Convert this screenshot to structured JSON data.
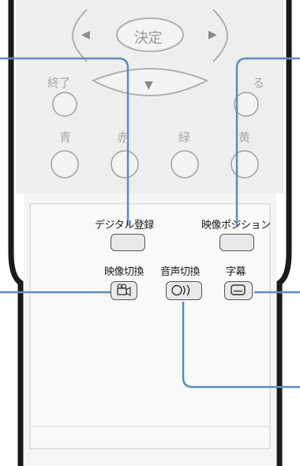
{
  "dpad": {
    "center_label": "決定",
    "left_arrow": "◀",
    "right_arrow": "▶",
    "down_arrow": "▼"
  },
  "row_labels": {
    "end": "終了",
    "back_partial": "る",
    "blue": "青",
    "red_partial": "赤",
    "green": "緑",
    "yellow_partial": "黄"
  },
  "panel": {
    "digital_register": "デジタル登録",
    "video_position": "映像ポジション",
    "video_switch": "映像切換",
    "audio_switch": "音声切換",
    "subtitle": "字幕"
  },
  "icons": {
    "video_switch": "camera-icon",
    "audio_switch": "sound-waves-icon",
    "subtitle": "subtitle-screen-icon"
  },
  "colors": {
    "callout_line": "#5b8cc6",
    "body_fill": "#f0f0f0",
    "panel_fill": "#f7f7f7"
  }
}
